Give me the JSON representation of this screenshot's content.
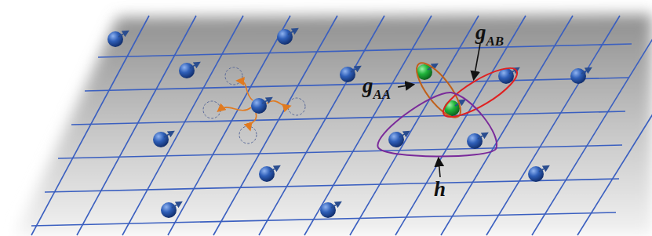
{
  "diagram": {
    "labels": [
      "gAB",
      "gAA",
      "h"
    ]
  }
}
